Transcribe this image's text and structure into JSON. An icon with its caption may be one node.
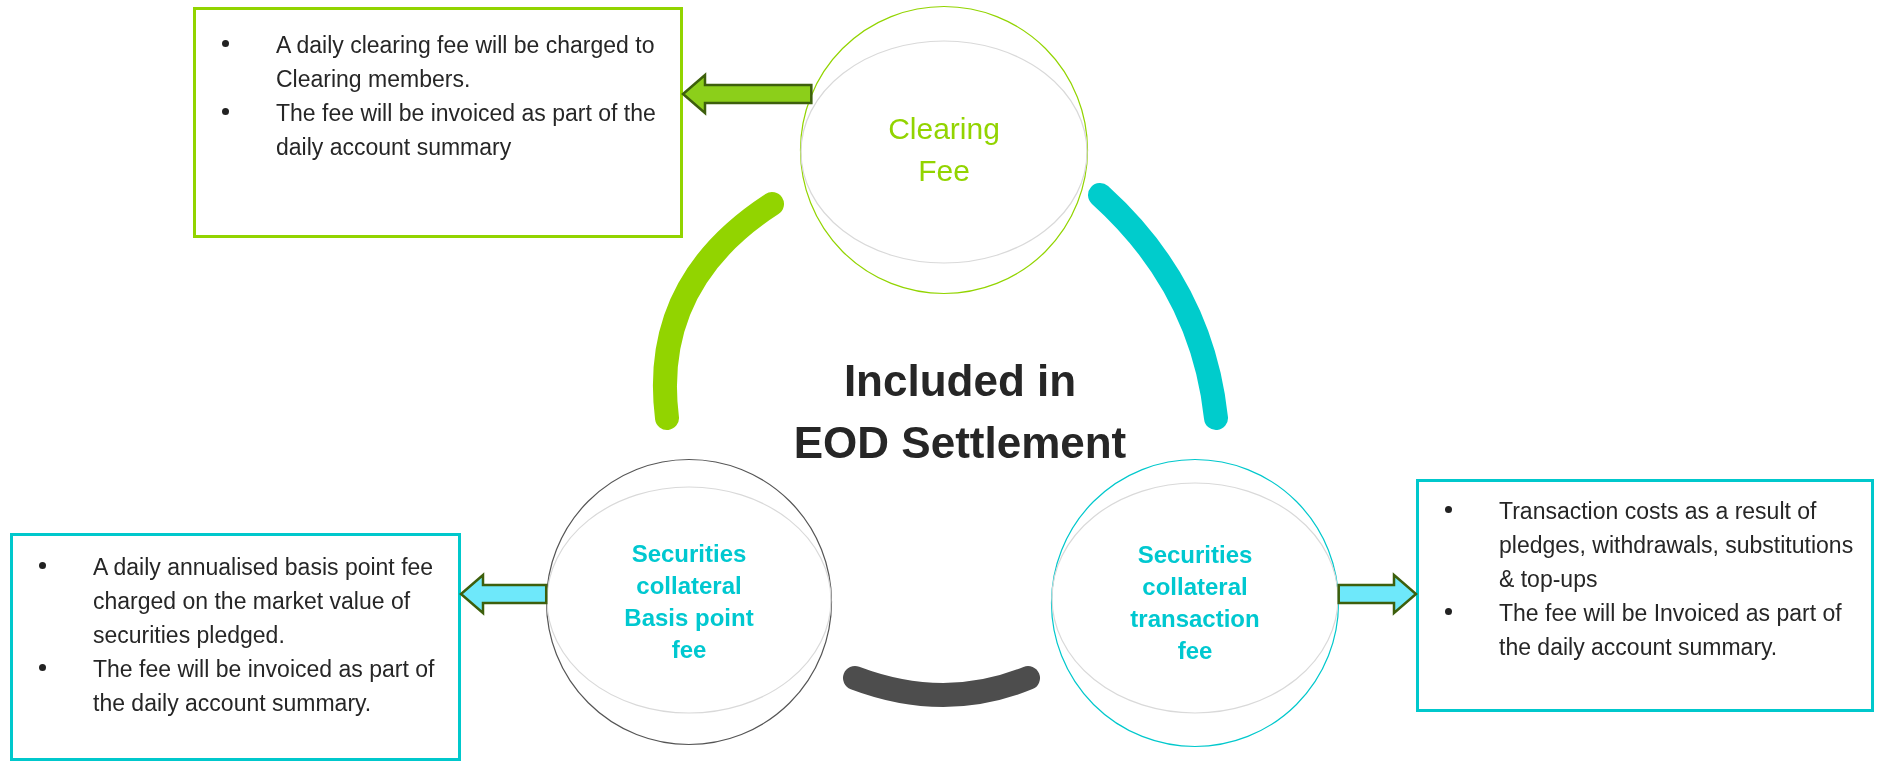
{
  "diagram": {
    "nodes": [
      {
        "text": [
          "A daily clearing fee will be charged to Clearing members.",
          "The fee will be invoiced as part of the daily account summary"
        ]
      },
      {
        "text": [
          "Clearing Fee"
        ]
      },
      {
        "text": [
          "A daily annualised basis point fee charged on the market value of securities pledged.",
          "The fee will be invoiced as part of the daily account summary."
        ]
      },
      {
        "text": [
          "Securities collateral Basis point fee"
        ]
      },
      {
        "text": [
          "Securities collateral transaction fee"
        ]
      },
      {
        "text": [
          "Transaction costs as a result of pledges, withdrawals, substitutions & top-ups",
          "The fee will be Invoiced as part of the daily account summary."
        ]
      }
    ],
    "edges": [
      {
        "from": 1,
        "to": 0,
        "arrow": "to",
        "style": "thick",
        "color": "#8ccf1a"
      },
      {
        "from": 3,
        "to": 2,
        "arrow": "to",
        "style": "thick",
        "color": "#6ee8fa"
      },
      {
        "from": 4,
        "to": 5,
        "arrow": "to",
        "style": "thick",
        "color": "#6ee8fa"
      }
    ],
    "labels": [
      "Included in EOD Settlement"
    ]
  }
}
